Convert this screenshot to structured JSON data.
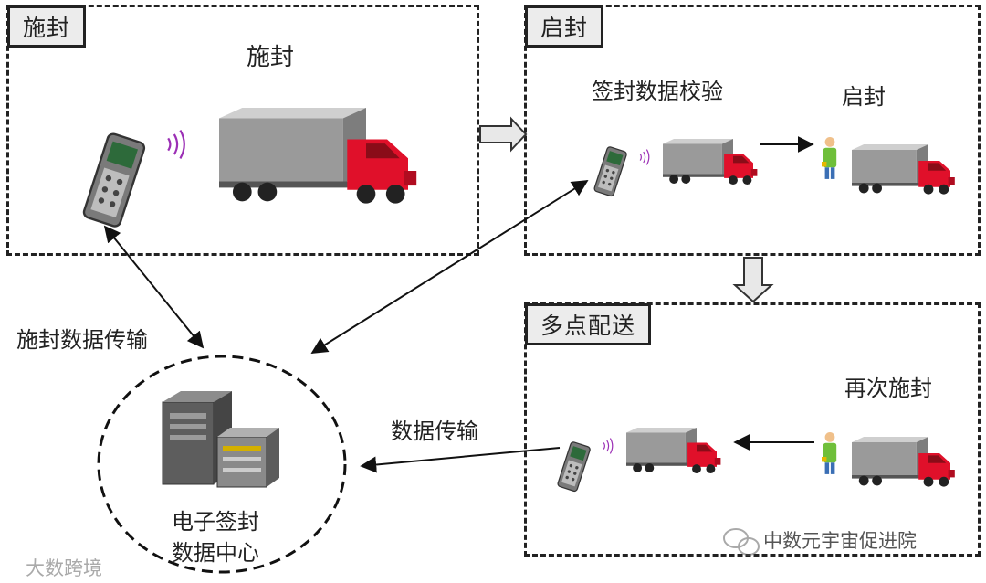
{
  "panels": {
    "seal": {
      "tag": "施封",
      "title": "施封"
    },
    "unseal": {
      "tag": "启封",
      "verify_label": "签封数据校验",
      "unseal_label": "启封"
    },
    "delivery": {
      "tag": "多点配送",
      "reseal_label": "再次施封"
    }
  },
  "labels": {
    "seal_transfer": "施封数据传输",
    "data_transfer": "数据传输"
  },
  "data_center": {
    "line1": "电子签封",
    "line2": "数据中心"
  },
  "watermarks": {
    "left": "大数跨境",
    "right": "中数元宇宙促进院"
  },
  "colors": {
    "truck_cab": "#e0102a",
    "container": "#9a9a9a",
    "signal": "#9b2fb5",
    "reader": "#7a7a7a"
  }
}
